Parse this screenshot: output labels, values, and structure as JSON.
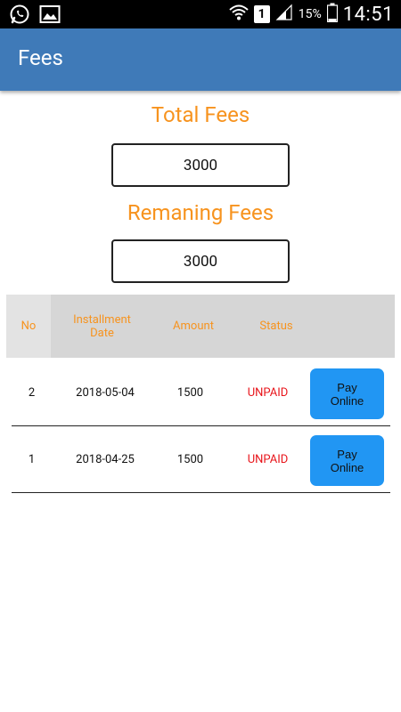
{
  "status_bar": {
    "notification_icons": [
      "whatsapp-icon",
      "image-icon"
    ],
    "sim_label": "1",
    "battery_percent": "15%",
    "time": "14:51"
  },
  "app_bar": {
    "title": "Fees"
  },
  "summary": {
    "total_label": "Total Fees",
    "total_value": "3000",
    "remaining_label": "Remaning Fees",
    "remaining_value": "3000"
  },
  "table": {
    "headers": {
      "no": "No",
      "date": "Installment Date",
      "amount": "Amount",
      "status": "Status"
    },
    "rows": [
      {
        "no": "2",
        "date": "2018-05-04",
        "amount": "1500",
        "status": "UNPAID",
        "action": "Pay Online"
      },
      {
        "no": "1",
        "date": "2018-04-25",
        "amount": "1500",
        "status": "UNPAID",
        "action": "Pay Online"
      }
    ]
  },
  "colors": {
    "app_bar": "#3f7ab8",
    "accent_orange": "#f7931e",
    "unpaid_red": "#e8141a",
    "pay_button": "#2196f3"
  }
}
